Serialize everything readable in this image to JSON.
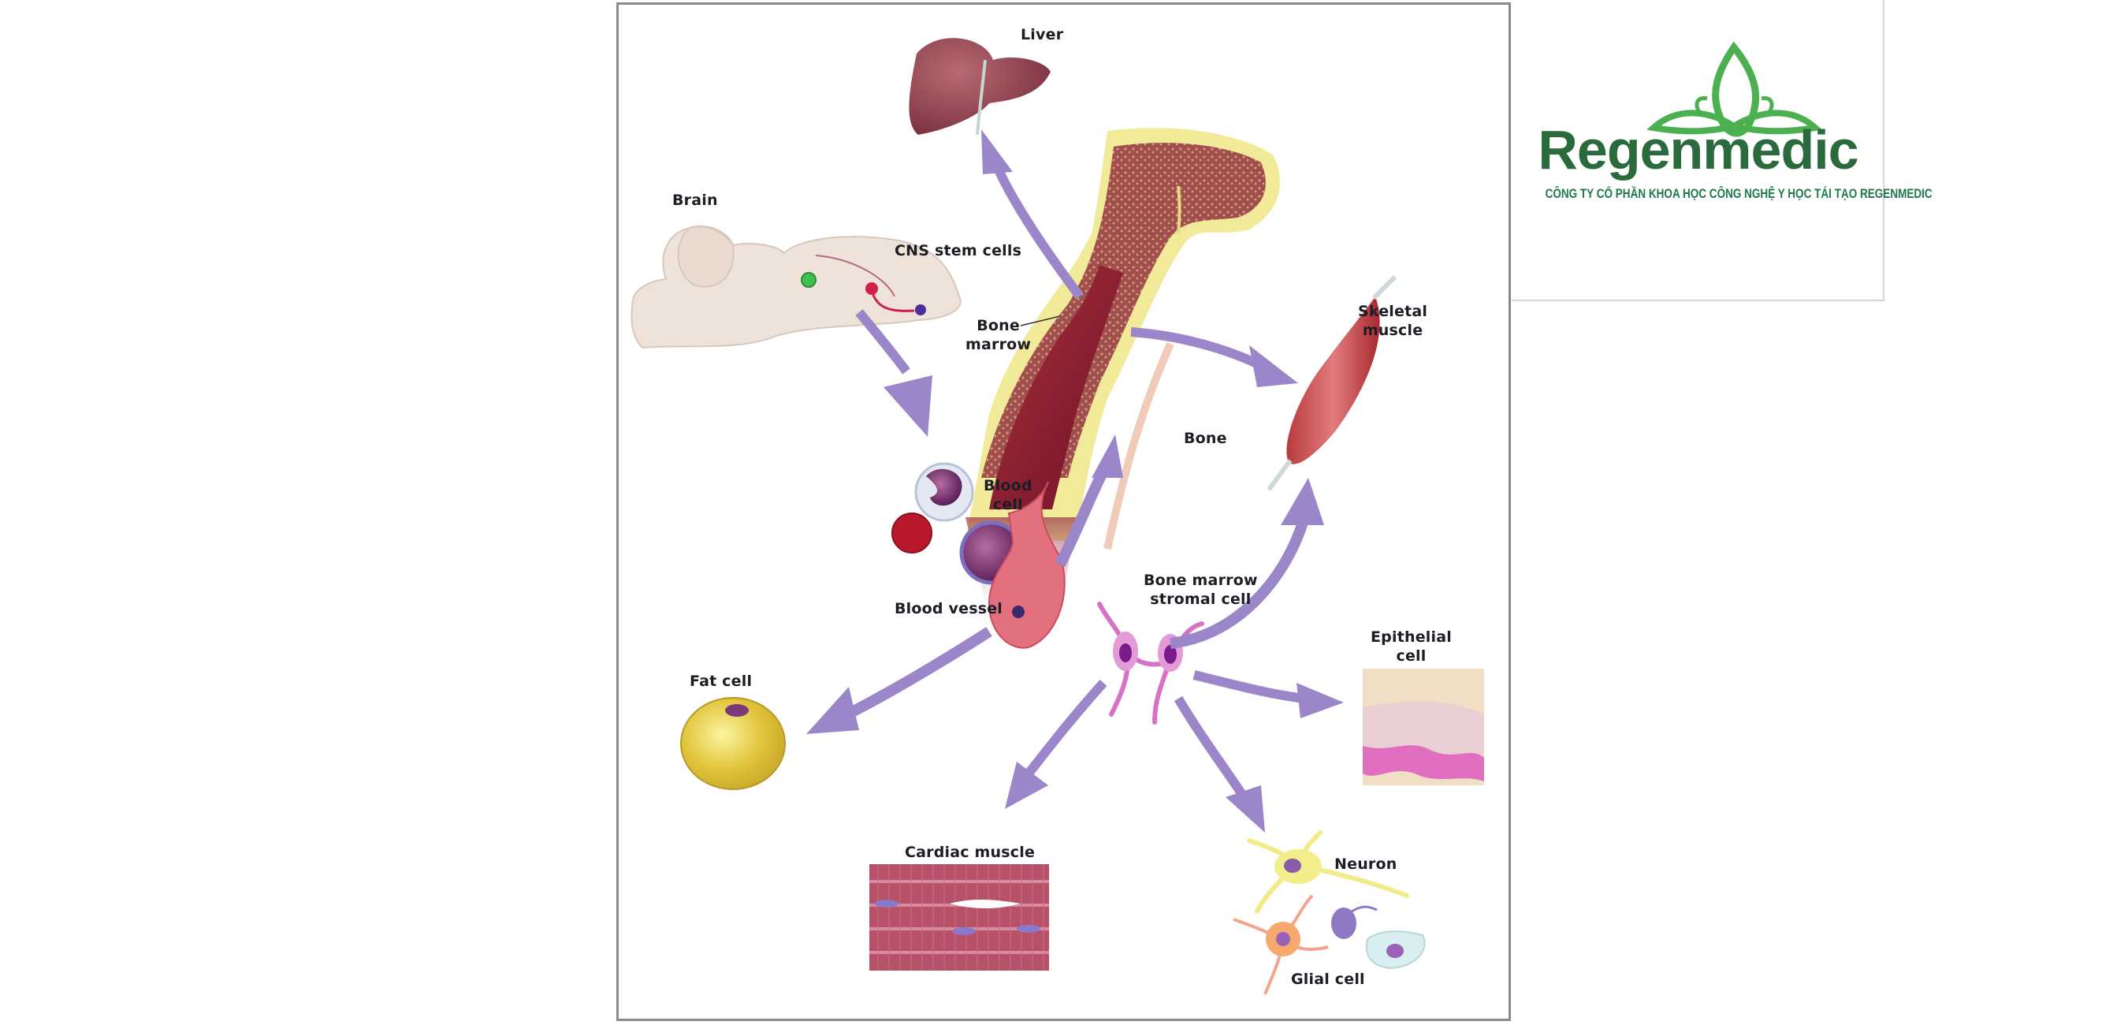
{
  "diagram": {
    "labels": {
      "liver": "Liver",
      "brain": "Brain",
      "cns_stem_cells": "CNS stem cells",
      "bone_marrow_line1": "Bone",
      "bone_marrow_line2": "marrow",
      "skeletal_muscle_line1": "Skeletal",
      "skeletal_muscle_line2": "muscle",
      "bone": "Bone",
      "blood_cell_line1": "Blood",
      "blood_cell_line2": "cell",
      "blood_vessel": "Blood vessel",
      "stromal_line1": "Bone marrow",
      "stromal_line2": "stromal cell",
      "epithelial_line1": "Epithelial",
      "epithelial_line2": "cell",
      "fat_cell": "Fat cell",
      "cardiac_muscle": "Cardiac muscle",
      "neuron": "Neuron",
      "glial_cell": "Glial cell"
    },
    "colors": {
      "arrow": "#9b86c9",
      "bone_marrow": "#8e1f3a",
      "bone_cortex": "#f1ea98",
      "liver": "#9a4a55",
      "brain": "#efe2d9"
    }
  },
  "logo": {
    "brand": "Regenmedic",
    "tagline": "CÔNG TY CỔ PHẦN KHOA HỌC CÔNG NGHỆ Y HỌC TÁI TẠO REGENMEDIC",
    "colors": {
      "leaf": "#4caf50",
      "wordmark": "#2a6a3c",
      "tagline": "#1f7a4a"
    }
  }
}
